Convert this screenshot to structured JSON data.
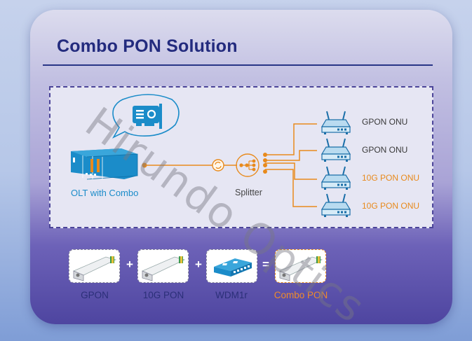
{
  "title": "Combo PON Solution",
  "watermark": "Hirundo Optics",
  "colors": {
    "title": "#232b7e",
    "accent_orange": "#e88a1c",
    "device_blue": "#1b8cc9",
    "module_label": "#2b2f78"
  },
  "diagram": {
    "olt": {
      "label": "OLT with Combo",
      "icon": "olt-chassis-icon",
      "bubble_icon": "network-card-icon"
    },
    "link_icon": "sync-icon",
    "splitter": {
      "label": "Splitter",
      "icon": "splitter-icon"
    },
    "onus": [
      {
        "label": "GPON ONU",
        "type": "gpon",
        "icon": "router-icon"
      },
      {
        "label": "GPON ONU",
        "type": "gpon",
        "icon": "router-icon"
      },
      {
        "label": "10G PON ONU",
        "type": "10g",
        "icon": "router-icon"
      },
      {
        "label": "10G PON ONU",
        "type": "10g",
        "icon": "router-icon"
      }
    ]
  },
  "equation": {
    "modules": [
      {
        "label": "GPON",
        "icon": "sfp-transceiver-icon"
      },
      {
        "label": "10G PON",
        "icon": "sfp-transceiver-icon"
      },
      {
        "label": "WDM1r",
        "icon": "wdm-module-icon"
      },
      {
        "label": "Combo PON",
        "icon": "sfp-transceiver-icon"
      }
    ],
    "operators": [
      "+",
      "+",
      "="
    ]
  }
}
